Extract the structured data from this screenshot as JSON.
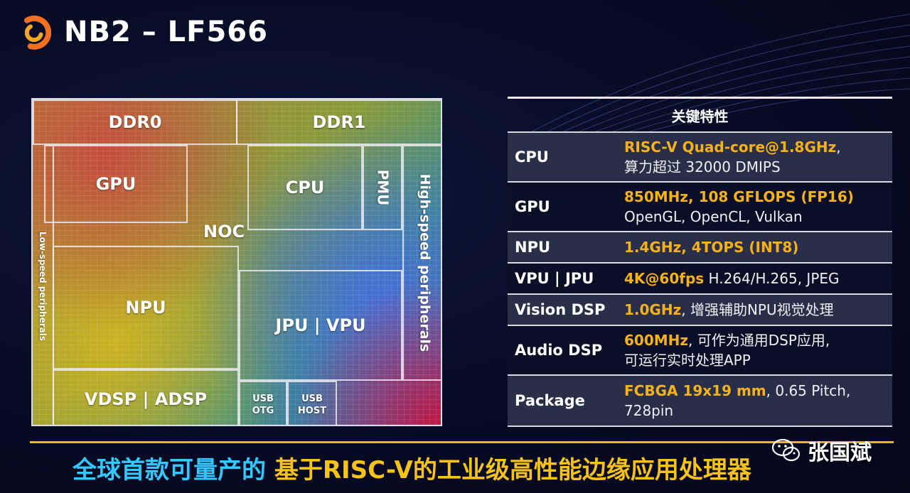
{
  "header": {
    "title": "NB2 – LF566"
  },
  "die": {
    "blocks": {
      "ddr0": "DDR0",
      "ddr1": "DDR1",
      "gpu": "GPU",
      "cpu": "CPU",
      "pmu": "PMU",
      "noc": "NOC",
      "npu": "NPU",
      "jpu_vpu": "JPU | VPU",
      "vdsp_adsp": "VDSP | ADSP",
      "usb_otg": [
        "USB",
        "OTG"
      ],
      "usb_host": [
        "USB",
        "HOST"
      ],
      "high_speed": "High-speed peripherals",
      "low_speed": "Low-speed peripherals"
    }
  },
  "specs": {
    "header": "关键特性",
    "rows": [
      {
        "key": "CPU",
        "hl": "RISC-V Quad-core@1.8GHz",
        "rest": ",",
        "line2": "算力超过 32000 DMIPS"
      },
      {
        "key": "GPU",
        "hl": "850MHz, 108 GFLOPS (FP16)",
        "rest": "",
        "line2": "OpenGL, OpenCL, Vulkan"
      },
      {
        "key": "NPU",
        "hl": "1.4GHz, 4TOPS (INT8)",
        "rest": "",
        "line2": ""
      },
      {
        "key": "VPU | JPU",
        "hl": "4K@60fps",
        "rest": " H.264/H.265, JPEG",
        "line2": ""
      },
      {
        "key": "Vision DSP",
        "hl": "1.0GHz",
        "rest": ", 增强辅助NPU视觉处理",
        "line2": ""
      },
      {
        "key": "Audio DSP",
        "hl": "600MHz",
        "rest": ", 可作为通用DSP应用,",
        "line2": "可运行实时处理APP"
      },
      {
        "key": "Package",
        "hl": "FCBGA 19x19 mm",
        "rest": ", 0.65 Pitch,",
        "line2": "728pin"
      }
    ]
  },
  "footer": {
    "slogan_part1": "全球首款可量产的",
    "slogan_part2": "基于RISC-V的工业级高性能边缘应用处理器",
    "watermark": "张国斌"
  },
  "colors": {
    "highlight": "#f7b21b",
    "slogan_blue": "#33c8ff",
    "slogan_gold": "#f7c21a",
    "logo_orange": "#f36f21"
  }
}
